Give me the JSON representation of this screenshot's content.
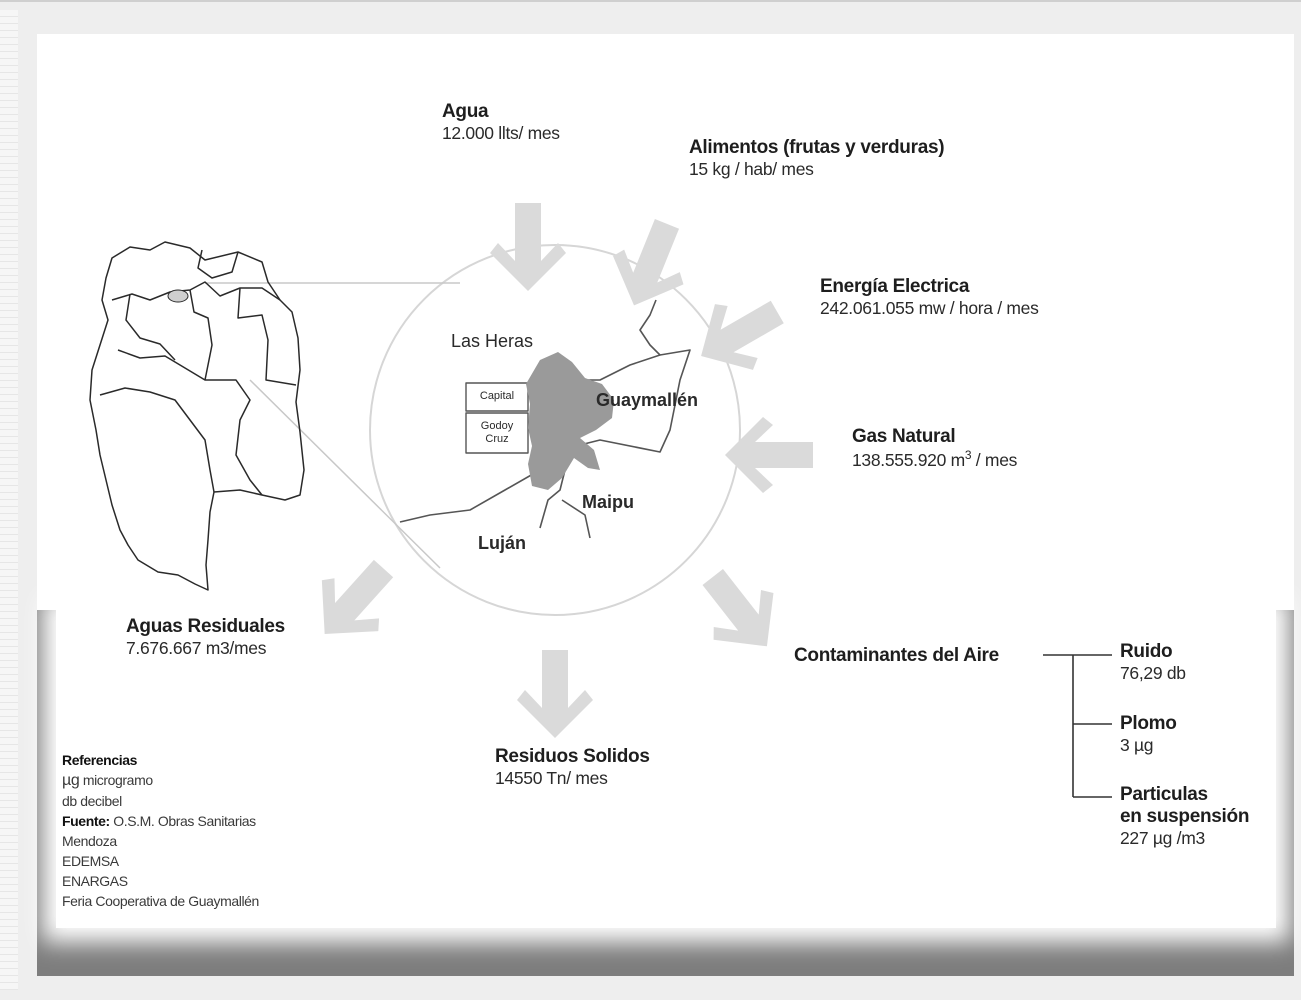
{
  "flows": {
    "agua": {
      "title": "Agua",
      "value": "12.000 llts/ mes"
    },
    "alimentos": {
      "title": "Alimentos (frutas y verduras)",
      "value": "15 kg / hab/ mes"
    },
    "energia": {
      "title": "Energía Electrica",
      "value": "242.061.055 mw / hora / mes"
    },
    "gas": {
      "title": "Gas Natural",
      "value_prefix": "138.555.920 m",
      "value_sup": "3",
      "value_suffix": " / mes"
    },
    "aguas_residuales": {
      "title": "Aguas Residuales",
      "value": "7.676.667 m3/mes"
    },
    "residuos": {
      "title": "Residuos Solidos",
      "value": "14550 Tn/ mes"
    },
    "contaminantes": {
      "title": "Contaminantes del Aire"
    }
  },
  "contaminants": [
    {
      "title": "Ruido",
      "value": "76,29 db"
    },
    {
      "title": "Plomo",
      "value": "3 µg"
    },
    {
      "title_line1": "Particulas",
      "title_line2": "en suspensión",
      "value": "227 µg /m3"
    }
  ],
  "departments": {
    "las_heras": "Las Heras",
    "capital": "Capital",
    "godoy_cruz_1": "Godoy",
    "godoy_cruz_2": "Cruz",
    "guaymallen": "Guaymallén",
    "maipu": "Maipu",
    "lujan": "Luján"
  },
  "references": {
    "heading": "Referencias",
    "unit1_symbol": "µg",
    "unit1_text": " microgramo",
    "unit2": "db decibel",
    "source_label": "Fuente:",
    "source_1": " O.S.M. Obras Sanitarias",
    "source_2": "Mendoza",
    "source_3": "EDEMSA",
    "source_4": "ENARGAS",
    "source_5": "Feria Cooperativa de Guaymallén"
  },
  "colors": {
    "arrow": "#dadada",
    "circle": "#d0d0d0",
    "city_fill": "#9a9a9a",
    "dark_band": "#7d7d7d"
  }
}
